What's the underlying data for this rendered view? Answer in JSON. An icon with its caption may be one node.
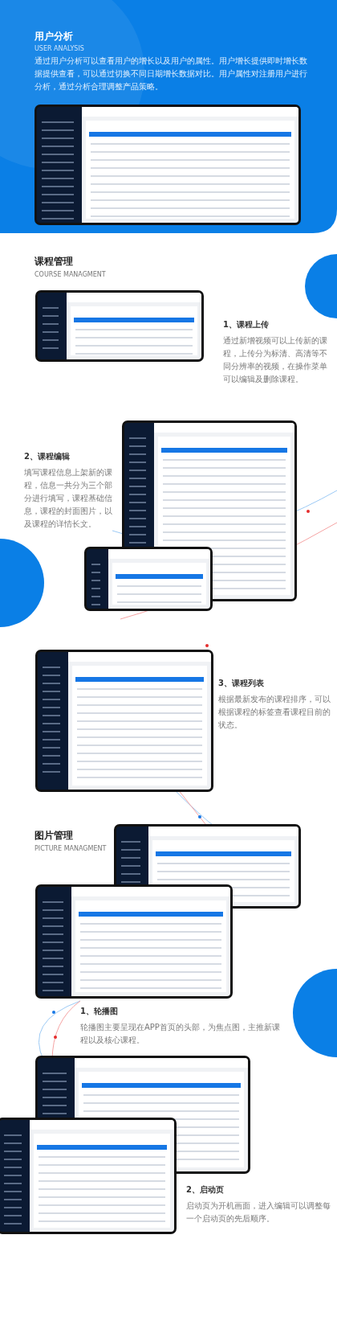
{
  "diagram": {
    "labels": [
      "用户分析",
      "USER ANALYSIS",
      "通过用户分析可以查看用户的增长以及用户的属性。用户增长提供即时增长数据提供查看，可以通过切换不同日期增长数据对比。用户属性对注册用户进行分析，通过分析合理调整产品策略。",
      "课程管理",
      "COURSE MANAGMENT",
      "1、课程上传",
      "通过新增视频可以上传新的课程，上传分为标清、高清等不同分辨率的视频，在操作菜单可以编辑及删除课程。",
      "2、课程编辑",
      "填写课程信息上架新的课程，信息一共分为三个部分进行填写，课程基础信息，课程的封面图片，以及课程的详情长文。",
      "3、课程列表",
      "根据最新发布的课程排序，可以根据课程的标签查看课程目前的状态。",
      "图片管理",
      "PICTURE MANAGMENT",
      "1、轮播图",
      "轮播图主要呈现在APP首页的头部，为焦点图，主推新课程以及核心课程。",
      "2、启动页",
      "启动页为开机画面，进入编辑可以调整每一个启动页的先后顺序。"
    ]
  }
}
